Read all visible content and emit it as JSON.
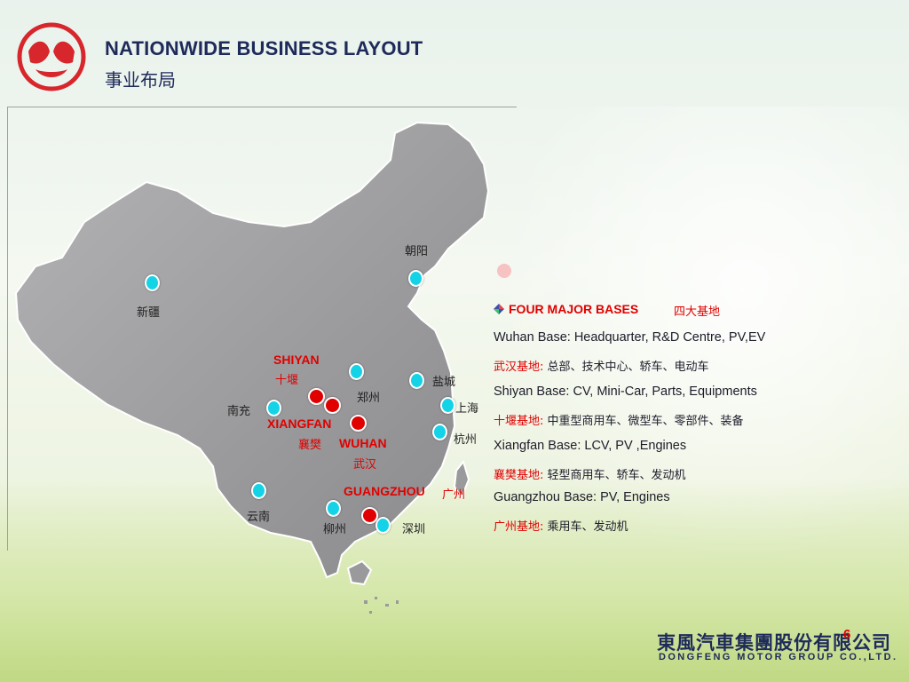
{
  "header": {
    "title_en": "NATIONWIDE BUSINESS LAYOUT",
    "title_cn": "事业布局"
  },
  "map": {
    "cities": {
      "chaoyang": "朝阳",
      "xinjiang": "新疆",
      "zhengzhou": "郑州",
      "yancheng": "盐城",
      "shanghai": "上海",
      "hangzhou": "杭州",
      "nanchong": "南充",
      "yunnan": "云南",
      "liuzhou": "柳州",
      "shenzhen": "深圳"
    },
    "bases": {
      "shiyan_en": "SHIYAN",
      "shiyan_cn": "十堰",
      "xiangfan_en": "XIANGFAN",
      "xiangfan_cn": "襄樊",
      "wuhan_en": "WUHAN",
      "wuhan_cn": "武汉",
      "guangzhou_en": "GUANGZHOU",
      "guangzhou_cn": "广州"
    },
    "colors": {
      "land": "#9a9a9c",
      "base_dot": "#e00000",
      "city_dot": "#14d3e6"
    }
  },
  "panel": {
    "heading_en": "FOUR MAJOR BASES",
    "heading_cn": "四大基地",
    "wuhan_en": "Wuhan Base: Headquarter, R&D Centre, PV,EV",
    "wuhan_cn_label": "武汉基地:",
    "wuhan_cn_text": "总部、技术中心、轿车、电动车",
    "shiyan_en": "Shiyan Base: CV, Mini-Car, Parts, Equipments",
    "shiyan_cn_label": "十堰基地:",
    "shiyan_cn_text": "中重型商用车、微型车、零部件、装备",
    "xiangfan_en": "Xiangfan Base: LCV, PV ,Engines",
    "xiangfan_cn_label": "襄樊基地:",
    "xiangfan_cn_text": "轻型商用车、轿车、发动机",
    "guangzhou_en": "Guangzhou Base: PV, Engines",
    "guangzhou_cn_label": "广州基地:",
    "guangzhou_cn_text": "乘用车、发动机"
  },
  "footer": {
    "company_cn": "東風汽車集團股份有限公司",
    "company_en": "DONGFENG MOTOR GROUP CO.,LTD.",
    "page_number": "6"
  },
  "theme": {
    "title_color": "#1e2a5a",
    "accent_red": "#e00000",
    "logo_red": "#d7262c"
  }
}
